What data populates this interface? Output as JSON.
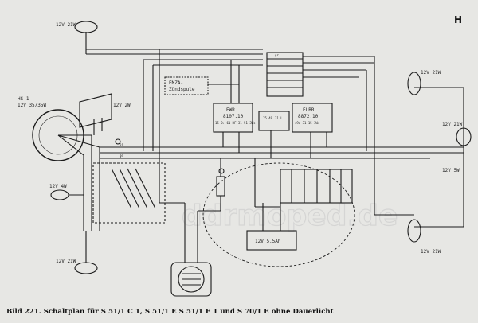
{
  "page_letter": "H",
  "caption": "Bild 221. Schaltplan für S 51/1 C 1, S 51/1 E S 51/1 E 1 und S 70/1 E ohne Dauerlicht",
  "watermark": "ddrmoped.de",
  "labels": {
    "lamp_tl": "12V 21W",
    "headlight_hs": "HS 1",
    "headlight_rating": "12V 35/35W",
    "bulb_2w": "12V 2W",
    "bulb_4w": "12V 4W",
    "lamp_bl": "12V 21W",
    "emza": "EMZA-",
    "emza_sub": "Zündspule",
    "ewr": "EWR",
    "ewr_num": "8107.10",
    "elbr": "ELBR",
    "elbr_num": "8872.10",
    "battery": "12V 5,5Ah",
    "lamp_tr": "12V 21W",
    "lamp_r": "12V 21W",
    "lamp_r5": "12V 5W",
    "lamp_br": "12V 21W",
    "pins_ewr": "15 D+ 61 DF 31 51 3Ws",
    "pins_mid": "15 49",
    "pins_mid2": "31 L",
    "pins_elbr": "49a 31 15 3Ws",
    "wire_br": "br",
    "wire_ge": "ge",
    "wire_gr": "gr"
  }
}
